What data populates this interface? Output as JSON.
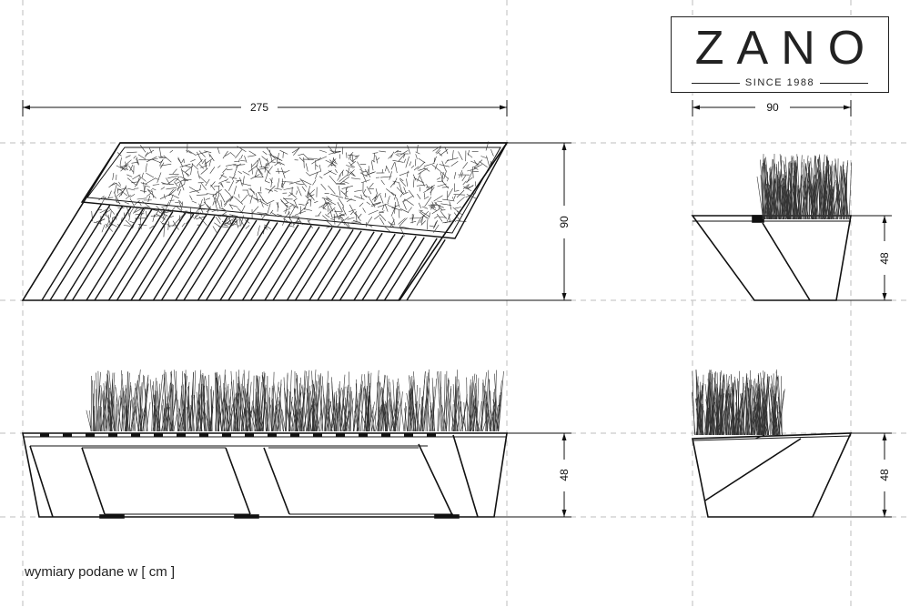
{
  "logo": {
    "brand": "ZANO",
    "tagline": "SINCE 1988"
  },
  "dimensions": {
    "top_length": "275",
    "top_depth": "90",
    "side_top_width": "90",
    "side_top_height": "48",
    "front_height": "48",
    "side_front_height": "48"
  },
  "note": "wymiary podane w [ cm ]",
  "colors": {
    "line": "#111111",
    "guide": "#bdbdbd",
    "grass": "#333333"
  }
}
